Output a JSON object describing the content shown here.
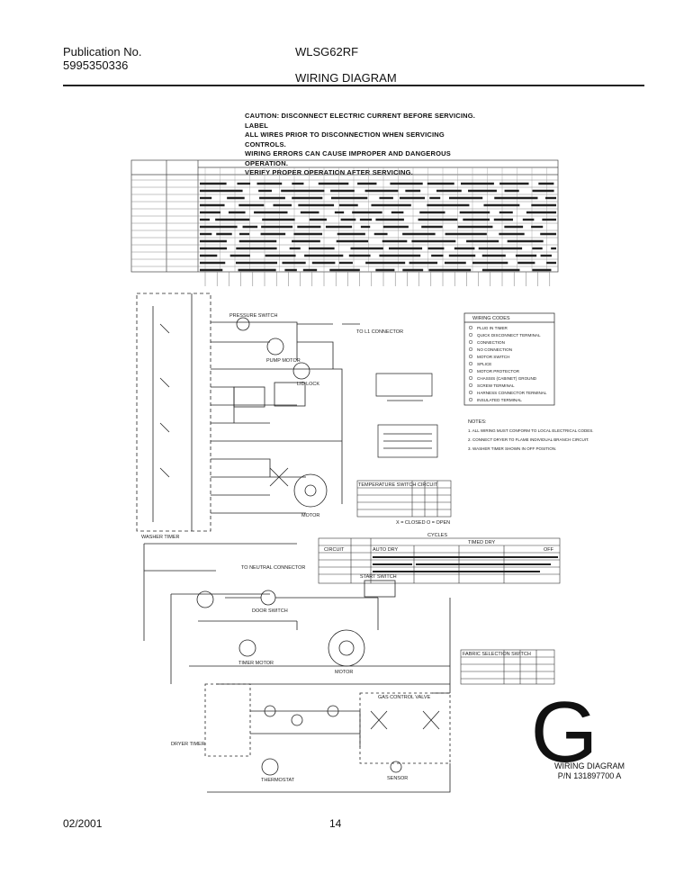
{
  "header": {
    "publication_label": "Publication No.",
    "publication_number": "5995350336",
    "model": "WLSG62RF",
    "title": "WIRING DIAGRAM"
  },
  "caution": [
    "CAUTION: DISCONNECT ELECTRIC CURRENT BEFORE SERVICING. LABEL",
    "ALL WIRES PRIOR TO DISCONNECTION WHEN SERVICING CONTROLS.",
    "WIRING ERRORS CAN CAUSE IMPROPER AND DANGEROUS OPERATION.",
    "VERIFY PROPER OPERATION AFTER SERVICING."
  ],
  "diagram_labels": {
    "washer_timer": "WASHER TIMER",
    "dryer_timer": "DRYER TIMER",
    "motor": "MOTOR",
    "pressure_switch": "PRESSURE SWITCH",
    "wiring_codes": "WIRING CODES",
    "temperature_switch": "TEMPERATURE SWITCH CIRCUIT",
    "fabric_selection": "FABRIC SELECTION SWITCH",
    "cycles": "CYCLES",
    "gas_control_valve": "GAS CONTROL VALVE",
    "timer_motor": "TIMER MOTOR",
    "to_neutral": "TO NEUTRAL CONNECTOR",
    "to_l1_connector": "TO L1 CONNECTOR",
    "pump_motor": "PUMP MOTOR",
    "lid_lock": "LID LOCK",
    "drive_motor": "MOTOR",
    "start_switch": "START SWITCH",
    "door_switch": "DOOR SWITCH",
    "thermostat": "THERMOSTAT",
    "sensor": "SENSOR",
    "cycle_auto_dry": "AUTO DRY",
    "cycle_timed_dry": "TIMED DRY",
    "cycle_off": "OFF",
    "circuit": "CIRCUIT",
    "notes": "NOTES:",
    "note_1": "1. ALL WIRING MUST CONFORM TO LOCAL ELECTRICAL CODES.",
    "note_2": "2. CONNECT DRYER TO FLAME INDIVIDUAL BRANCH CIRCUIT.",
    "note_3": "3. WASHER TIMER SHOWN IN OFF POSITION.",
    "closed": "X = CLOSED",
    "open": "O = OPEN"
  },
  "wiring_codes_items": [
    "PLUG IN TIMER",
    "QUICK DISCONNECT TERMINAL",
    "CONNECTION",
    "NO CONNECTION",
    "MOTOR SWITCH",
    "SPLICE",
    "MOTOR PROTECTOR",
    "CHASSIS (CABINET) GROUND",
    "SCREW TERMINAL",
    "HARNESS CONNECTOR TERMINAL",
    "INSULATED TERMINAL"
  ],
  "corner": {
    "letter": "G",
    "caption_title": "WIRING DIAGRAM",
    "caption_pn": "P/N 131897700 A"
  },
  "footer": {
    "date": "02/2001",
    "page": "14"
  },
  "colors": {
    "ink": "#111111",
    "grid": "#444444",
    "bar": "#222222"
  }
}
